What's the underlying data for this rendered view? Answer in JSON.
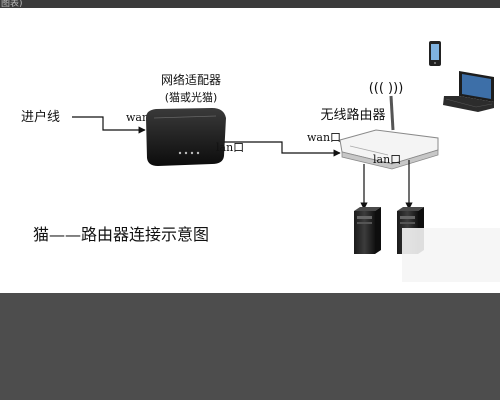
{
  "header": {
    "crumb": "图表)"
  },
  "diagram": {
    "incoming_line_label": "进户线",
    "modem": {
      "title": "网络适配器",
      "subtitle": "(猫或光猫)"
    },
    "modem_wan_port": "wan口",
    "modem_lan_port": "lan口",
    "router": {
      "title": "无线路由器"
    },
    "router_wan_port": "wan口",
    "router_lan_port": "lan口",
    "caption": "猫——路由器连接示意图",
    "wifi_signal": "(((  )))"
  }
}
